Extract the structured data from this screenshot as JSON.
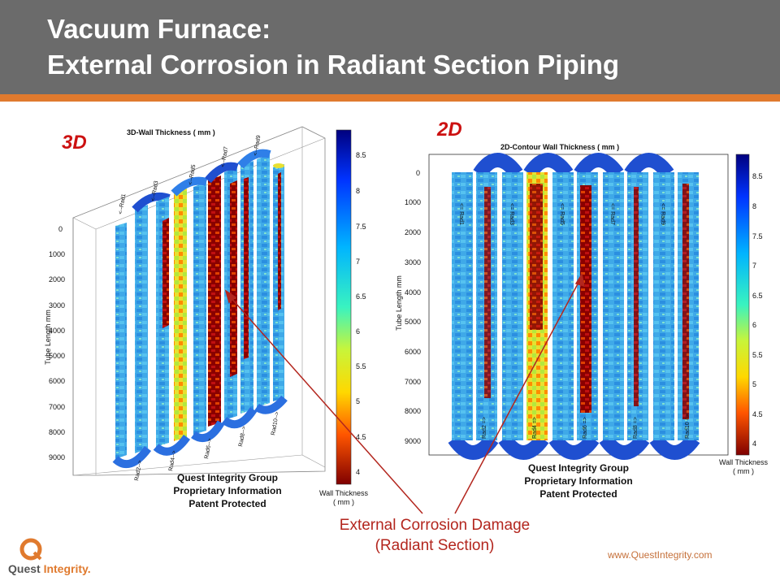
{
  "slide": {
    "title_line1": "Vacuum Furnace:",
    "title_line2": "External Corrosion in Radiant Section Piping",
    "label_3d": "3D",
    "label_2d": "2D",
    "damage_line1": "External Corrosion Damage",
    "damage_line2": "(Radiant Section)",
    "url": "www.QuestIntegrity.com",
    "logo_main": "Quest",
    "logo_sub": "Integrity."
  },
  "plot3d": {
    "title": "3D-Wall Thickness ( mm )",
    "ylabel": "Tube Length mm",
    "yticks": [
      "0",
      "1000",
      "2000",
      "3000",
      "4000",
      "5000",
      "6000",
      "7000",
      "8000",
      "9000"
    ],
    "top_tags": [
      "<--Rad1",
      "<--Rad3",
      "<--Rad5",
      "<--Rad7",
      "<--Rad9"
    ],
    "bottom_tags": [
      "Rad2-->",
      "Rad4-->",
      "Rad6-->",
      "Rad8-->",
      "Rad10-->"
    ],
    "caption_line1": "Quest Integrity Group",
    "caption_line2": "Proprietary Information",
    "caption_line3": "Patent Protected"
  },
  "plot2d": {
    "title": "2D-Contour Wall Thickness ( mm )",
    "ylabel": "Tube Length mm",
    "yticks": [
      "0",
      "1000",
      "2000",
      "3000",
      "4000",
      "5000",
      "6000",
      "7000",
      "8000",
      "9000"
    ],
    "top_tags": [
      "<= Rad1",
      "<= Rad3",
      "<= Rad5",
      "<= Rad7",
      "<= Rad9"
    ],
    "bottom_tags": [
      "Rad2 =>",
      "Rad4 =>",
      "Rad6 =>",
      "Rad8 =>",
      "Rad10 =>"
    ],
    "caption_line1": "Quest Integrity Group",
    "caption_line2": "Proprietary Information",
    "caption_line3": "Patent Protected"
  },
  "colorbar3d": {
    "ticks": [
      "8.5",
      "8",
      "7.5",
      "7",
      "6.5",
      "6",
      "5.5",
      "5",
      "4.5",
      "4"
    ],
    "label_line1": "Wall Thickness",
    "label_line2": "( mm )"
  },
  "colorbar2d": {
    "ticks": [
      "8.5",
      "8",
      "7.5",
      "7",
      "6.5",
      "6",
      "5.5",
      "5",
      "4.5",
      "4"
    ],
    "label_line1": "Wall Thickness",
    "label_line2": "( mm )"
  },
  "colors": {
    "header": "#6b6b6b",
    "accent": "#e07a2e",
    "label_red": "#cc1111",
    "arrow": "#b3261e"
  }
}
